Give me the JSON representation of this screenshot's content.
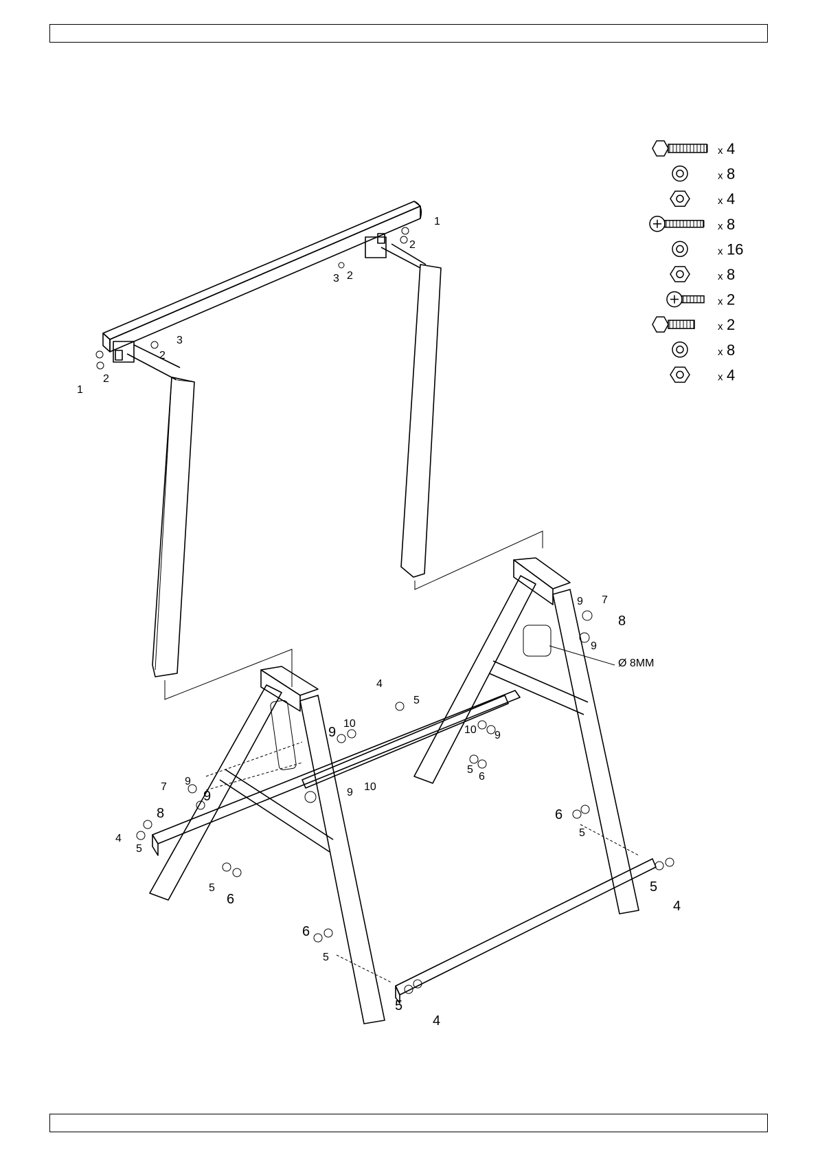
{
  "parts_list": [
    {
      "icon": "hex-bolt-long-icon",
      "prefix": "x",
      "count": "4"
    },
    {
      "icon": "washer-icon",
      "prefix": "x",
      "count": "8"
    },
    {
      "icon": "hex-nut-icon",
      "prefix": "x",
      "count": "4"
    },
    {
      "icon": "phillips-screw-long-icon",
      "prefix": "x",
      "count": "8"
    },
    {
      "icon": "washer-icon",
      "prefix": "x",
      "count": "16"
    },
    {
      "icon": "hex-nut-icon",
      "prefix": "x",
      "count": "8"
    },
    {
      "icon": "phillips-screw-short-icon",
      "prefix": "x",
      "count": "2"
    },
    {
      "icon": "hex-bolt-short-icon",
      "prefix": "x",
      "count": "2"
    },
    {
      "icon": "washer-icon",
      "prefix": "x",
      "count": "8"
    },
    {
      "icon": "hex-nut-icon",
      "prefix": "x",
      "count": "4"
    }
  ],
  "callouts": {
    "n1": "1",
    "n2": "2",
    "n3": "3",
    "n4": "4",
    "n5": "5",
    "n6": "6",
    "n7": "7",
    "n8": "8",
    "n9": "9",
    "n10": "10",
    "hole_diameter": "Ø 8MM"
  }
}
